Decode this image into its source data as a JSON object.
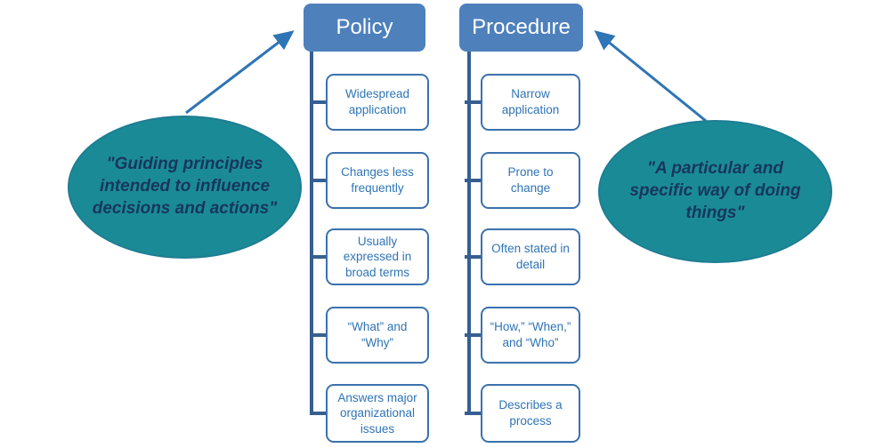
{
  "diagram": {
    "policy": {
      "title": "Policy",
      "items": [
        "Widespread application",
        "Changes less frequently",
        "Usually expressed in broad terms",
        "“What” and “Why”",
        "Answers major organizational issues"
      ],
      "callout": "\"Guiding principles intended to influence decisions and actions\""
    },
    "procedure": {
      "title": "Procedure",
      "items": [
        "Narrow application",
        "Prone to change",
        "Often stated in detail",
        "“How,” “When,” and “Who”",
        "Describes a process"
      ],
      "callout": "\"A particular and specific way of doing things\""
    },
    "colors": {
      "header_fill": "#4E80BC",
      "header_text": "#FFFFFF",
      "item_border": "#3B71AE",
      "item_text": "#2E74B5",
      "connector": "#365F91",
      "arrow": "#2E75B6",
      "ellipse_fill": "#1A8B96",
      "ellipse_border": "#1E7D93",
      "ellipse_text": "#17365D"
    }
  }
}
